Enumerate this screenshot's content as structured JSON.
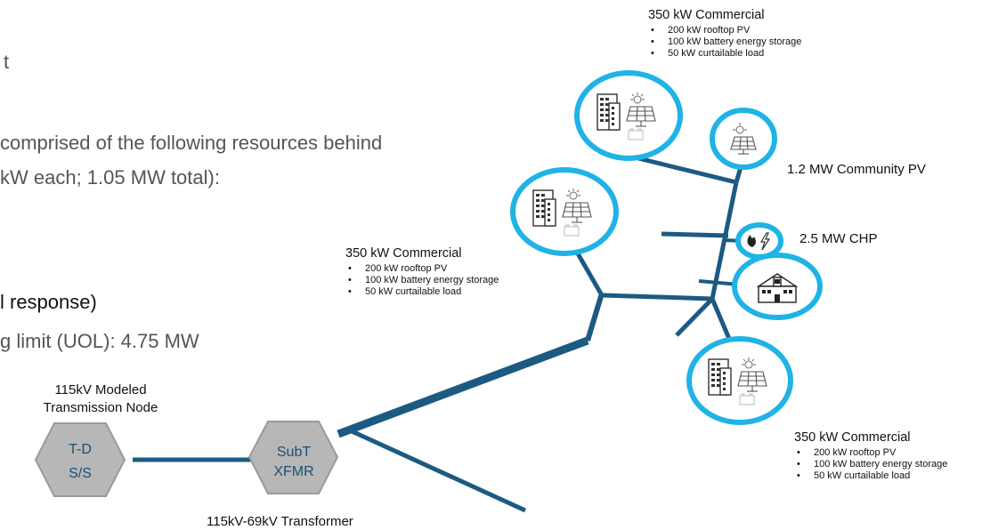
{
  "slide": {
    "line1": "t",
    "line2": "comprised of the following resources behind",
    "line3": "kW each; 1.05 MW total):",
    "line4": "l response)",
    "line5": "g limit (UOL): 4.75 MW"
  },
  "diagram": {
    "top_commercial": {
      "title": "350 kW Commercial",
      "items": [
        "200 kW rooftop PV",
        "100 kW battery energy storage",
        "50 kW curtailable load"
      ]
    },
    "mid_commercial": {
      "title": "350 kW Commercial",
      "items": [
        "200 kW rooftop PV",
        "100 kW battery energy storage",
        "50 kW curtailable load"
      ]
    },
    "bottom_commercial": {
      "title": "350 kW Commercial",
      "items": [
        "200 kW rooftop PV",
        "100 kW battery energy storage",
        "50 kW curtailable load"
      ]
    },
    "community_pv": "1.2 MW Community PV",
    "chp": "2.5 MW CHP",
    "transmission_node_line1": "115kV Modeled",
    "transmission_node_line2": "Transmission Node",
    "td_line1": "T-D",
    "td_line2": "S/S",
    "subt_line1": "SubT",
    "subt_line2": "XFMR",
    "transformer_label": "115kV-69kV Transformer",
    "colors": {
      "feeder": "#1c5a82",
      "circle": "#1fb3e6",
      "hex_fill": "#b7b7b7",
      "hex_stroke": "#9a9a9a",
      "hex_text": "#1d4f73"
    }
  }
}
